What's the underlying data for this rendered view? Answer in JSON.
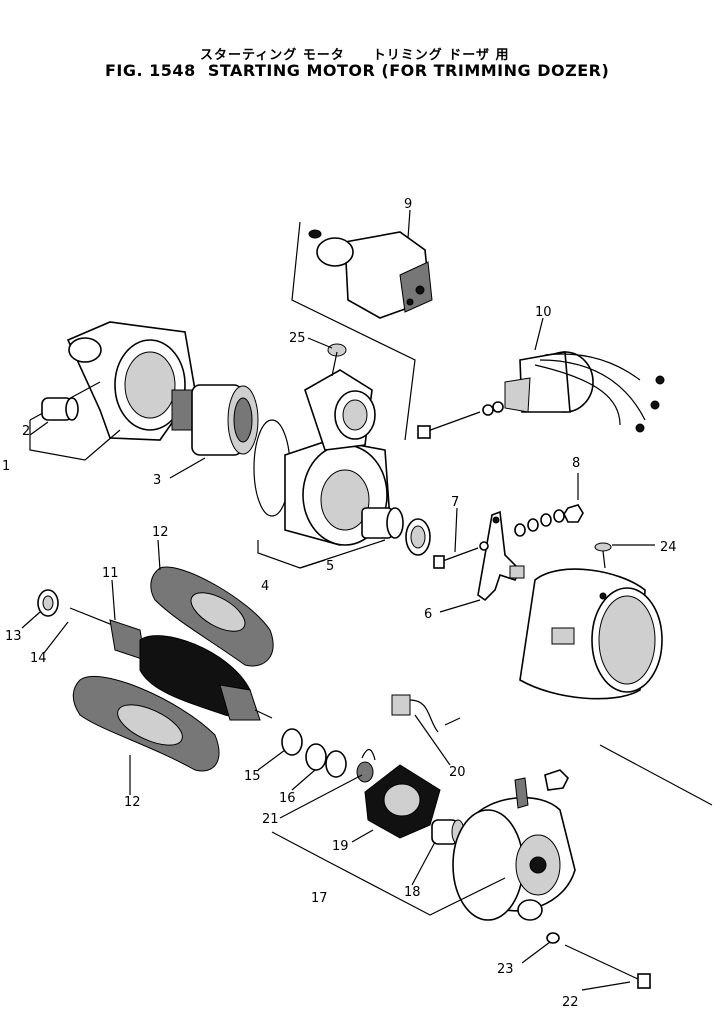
{
  "header": {
    "japanese_title": "スターティング モータ　　トリミング ドーザ 用",
    "title": "FIG. 1548  STARTING MOTOR (FOR TRIMMING DOZER)"
  },
  "callouts": [
    "1",
    "2",
    "3",
    "4",
    "5",
    "6",
    "7",
    "8",
    "9",
    "10",
    "11",
    "12",
    "12",
    "13",
    "14",
    "15",
    "16",
    "17",
    "18",
    "19",
    "20",
    "21",
    "22",
    "23",
    "24",
    "25"
  ]
}
